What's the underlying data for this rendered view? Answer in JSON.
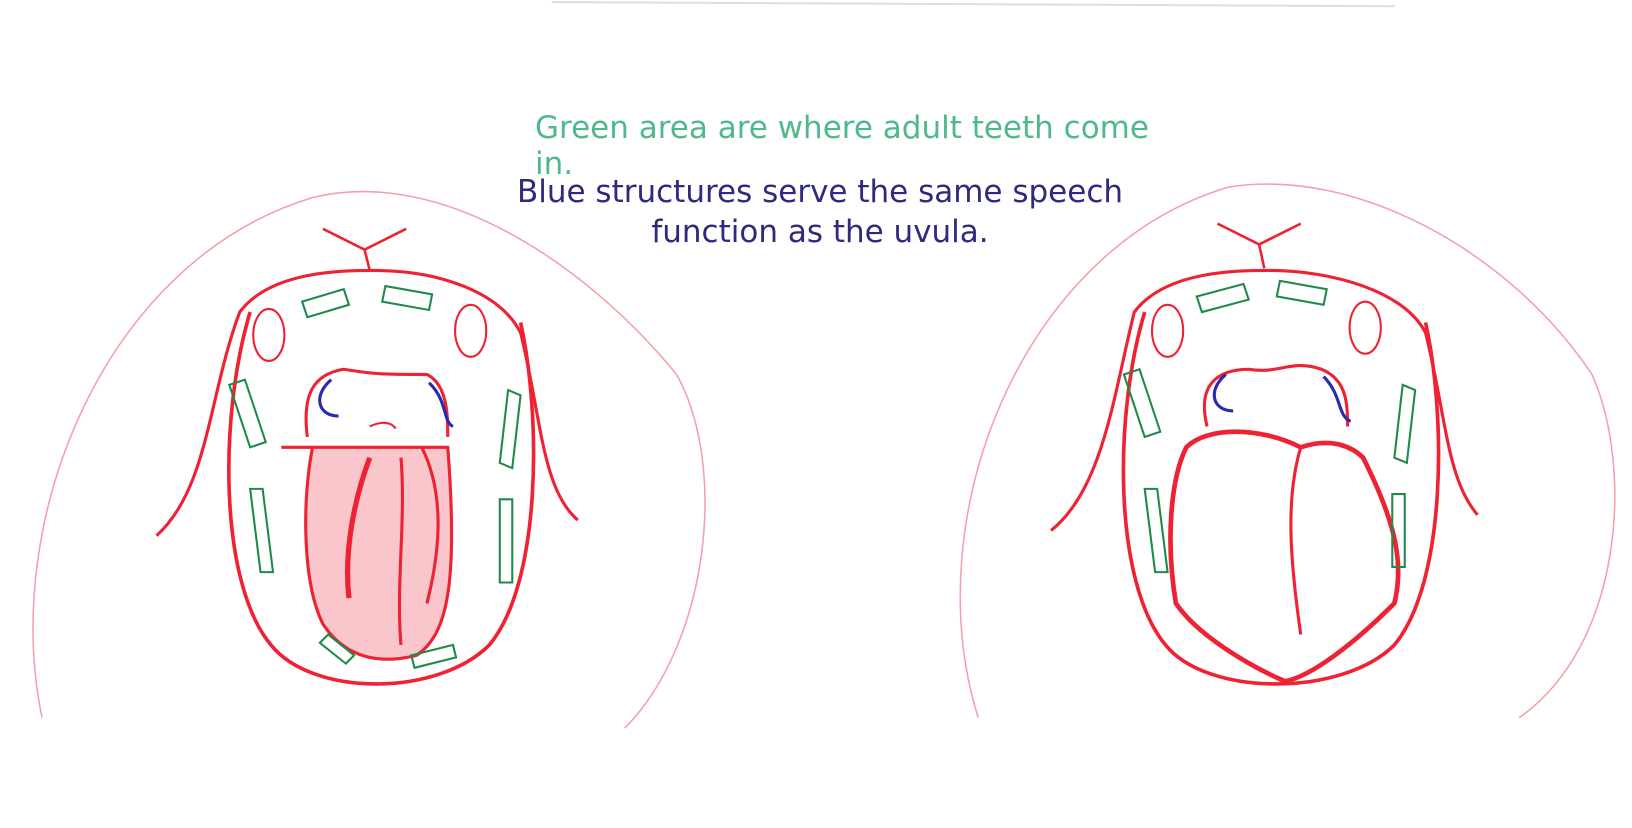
{
  "annotations": {
    "green_note": "Green area are where adult teeth come in.",
    "blue_note_line1": "Blue structures serve the same speech",
    "blue_note_line2": "function as the uvula."
  },
  "colors": {
    "green_text": "#4fb98a",
    "blue_text": "#2e2a7e",
    "sketch_red": "#ee2233",
    "teeth_green": "#1f8a4a",
    "structure_blue": "#2a2ab0"
  }
}
